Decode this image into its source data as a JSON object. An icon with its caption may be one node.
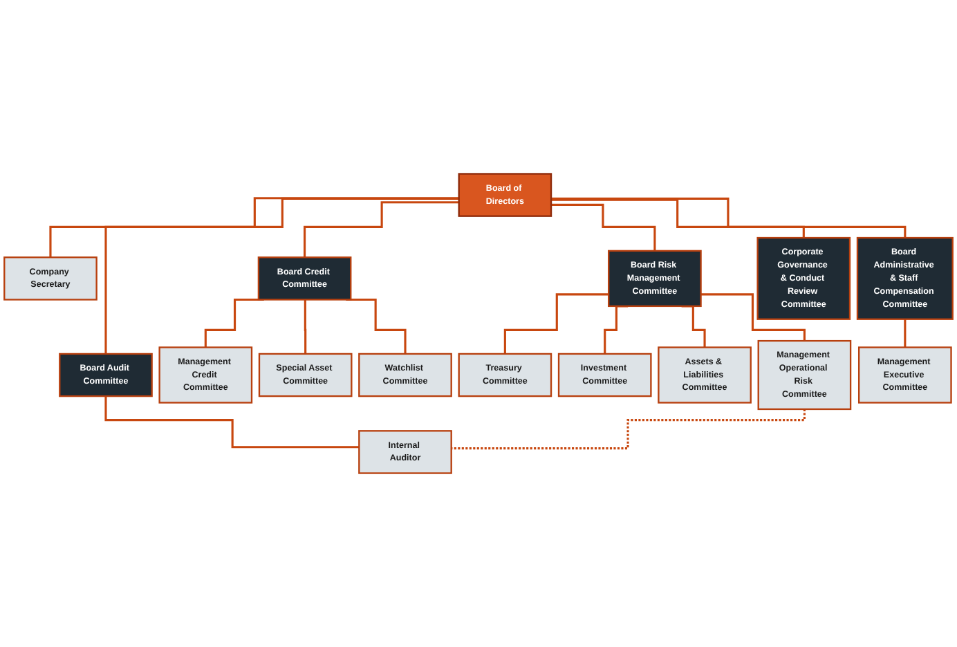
{
  "diagram": {
    "nodes": [
      {
        "text": [
          "Board of Directors"
        ]
      },
      {
        "text": [
          "Company Secretary"
        ]
      },
      {
        "text": [
          "Board Credit Committee"
        ]
      },
      {
        "text": [
          "Board Risk Management Committee"
        ]
      },
      {
        "text": [
          "Board Audit Committee"
        ]
      },
      {
        "text": [
          "Board Administrative & Staff Compensation Committee"
        ]
      },
      {
        "text": [
          "Corporate Governance & Conduct Review Committee"
        ]
      },
      {
        "text": [
          "Management Credit Committee"
        ]
      },
      {
        "text": [
          "Special Asset Committee"
        ]
      },
      {
        "text": [
          "Watchlist Committee"
        ]
      },
      {
        "text": [
          "Treasury Committee"
        ]
      },
      {
        "text": [
          "Investment Committee"
        ]
      },
      {
        "text": [
          "Assets & Liabilities Committee"
        ]
      },
      {
        "text": [
          "Management Operational Risk Committee"
        ]
      },
      {
        "text": [
          "Management Executive Committee"
        ]
      },
      {
        "text": [
          "Internal Auditor"
        ]
      }
    ],
    "edges": [
      {
        "from": 0,
        "to": 1,
        "arrow": "none"
      },
      {
        "from": 0,
        "to": 2,
        "arrow": "none"
      },
      {
        "from": 0,
        "to": 3,
        "arrow": "none"
      },
      {
        "from": 0,
        "to": 4,
        "arrow": "none"
      },
      {
        "from": 0,
        "to": 5,
        "arrow": "none"
      },
      {
        "from": 0,
        "to": 6,
        "arrow": "none"
      },
      {
        "from": 2,
        "to": 7,
        "arrow": "none"
      },
      {
        "from": 2,
        "to": 8,
        "arrow": "none"
      },
      {
        "from": 2,
        "to": 9,
        "arrow": "none"
      },
      {
        "from": 3,
        "to": 10,
        "arrow": "none"
      },
      {
        "from": 3,
        "to": 11,
        "arrow": "none"
      },
      {
        "from": 3,
        "to": 12,
        "arrow": "none"
      },
      {
        "from": 3,
        "to": 13,
        "arrow": "none"
      },
      {
        "from": 5,
        "to": 14,
        "arrow": "none"
      },
      {
        "from": 4,
        "to": 15,
        "arrow": "none"
      },
      {
        "from": 13,
        "to": 15,
        "arrow": "none",
        "style": "dashed"
      }
    ]
  }
}
